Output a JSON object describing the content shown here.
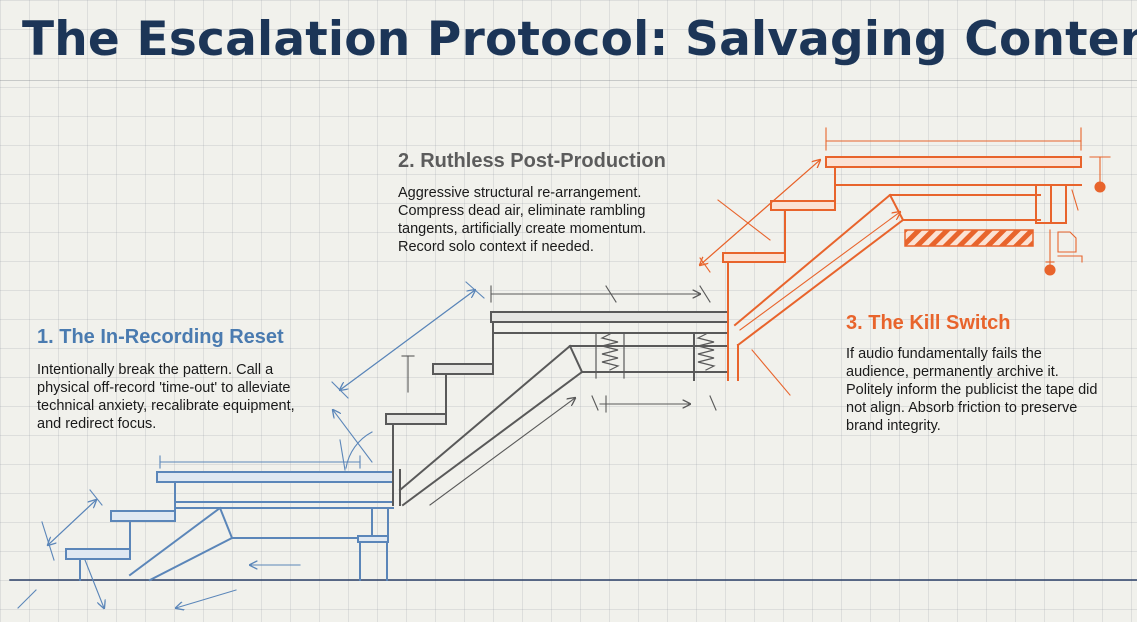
{
  "title": "The Escalation Protocol: Salvaging Content",
  "steps": [
    {
      "heading": "1. The In-Recording Reset",
      "body": "Intentionally break the pattern. Call a physical off-record 'time-out' to alleviate technical anxiety, recalibrate equipment, and redirect focus.",
      "color": "#4a7bb0"
    },
    {
      "heading": "2. Ruthless Post-Production",
      "body": "Aggressive structural re-arrangement. Compress dead air, eliminate rambling tangents, artificially create momentum. Record solo context if needed.",
      "color": "#5c5c5c"
    },
    {
      "heading": "3. The Kill Switch",
      "body": "If audio fundamentally fails the audience, permanently archive it. Politely inform the publicist the tape did not align. Absorb friction to preserve brand integrity.",
      "color": "#e8642c"
    }
  ],
  "colors": {
    "title": "#1c3557",
    "blueprint_blue": "#5b86b9",
    "graphite": "#595959",
    "orange": "#e8642c",
    "ground_line": "#2a3f66"
  }
}
